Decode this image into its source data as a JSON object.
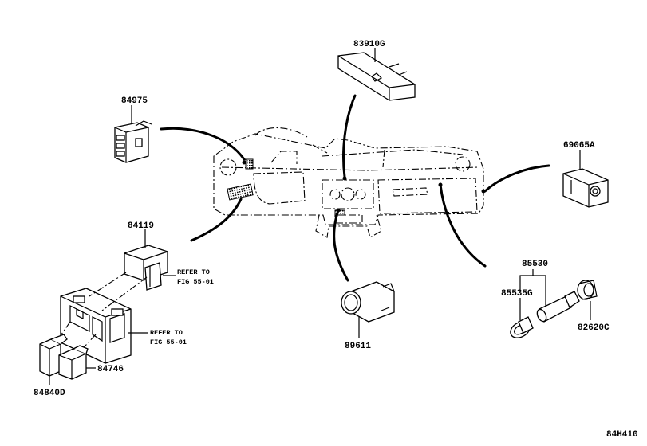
{
  "parts": [
    {
      "id": "p83910g",
      "label": "83910G"
    },
    {
      "id": "p84975",
      "label": "84975"
    },
    {
      "id": "p69065a",
      "label": "69065A"
    },
    {
      "id": "p84119",
      "label": "84119"
    },
    {
      "id": "p85530",
      "label": "85530"
    },
    {
      "id": "p85535g",
      "label": "85535G"
    },
    {
      "id": "p82620c",
      "label": "82620C"
    },
    {
      "id": "p89611",
      "label": "89611"
    },
    {
      "id": "p84746",
      "label": "84746"
    },
    {
      "id": "p84840d",
      "label": "84840D"
    }
  ],
  "references": {
    "ref1": [
      "REFER TO",
      "FIG 55-01"
    ],
    "ref2": [
      "REFER TO",
      "FIG 55-01"
    ]
  },
  "illustration_id": "84H410"
}
